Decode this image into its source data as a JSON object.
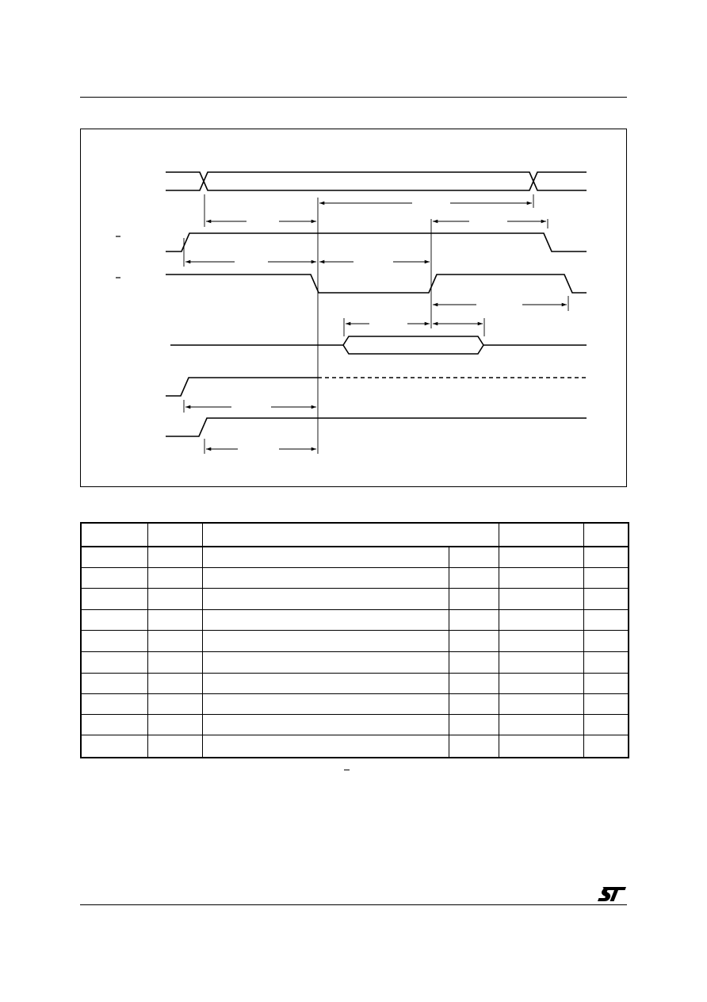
{
  "header": {},
  "diagram": {
    "signals": [
      {
        "id": "address",
        "label": "",
        "kind": "bus"
      },
      {
        "id": "chip-enable",
        "label": "",
        "kind": "active-low"
      },
      {
        "id": "write-enable",
        "label": "",
        "kind": "active-low"
      },
      {
        "id": "data-in",
        "label": "",
        "kind": "bus"
      },
      {
        "id": "signal-5",
        "label": "",
        "kind": "level"
      },
      {
        "id": "signal-6",
        "label": "",
        "kind": "level"
      }
    ],
    "timing_labels": []
  },
  "table": {
    "columns": 6,
    "header": [
      "",
      "",
      "",
      "",
      ""
    ],
    "rows": [
      [
        "",
        "",
        "",
        "",
        "",
        ""
      ],
      [
        "",
        "",
        "",
        "",
        "",
        ""
      ],
      [
        "",
        "",
        "",
        "",
        "",
        ""
      ],
      [
        "",
        "",
        "",
        "",
        "",
        ""
      ],
      [
        "",
        "",
        "",
        "",
        "",
        ""
      ],
      [
        "",
        "",
        "",
        "",
        "",
        ""
      ],
      [
        "",
        "",
        "",
        "",
        "",
        ""
      ],
      [
        "",
        "",
        "",
        "",
        "",
        ""
      ],
      [
        "",
        "",
        "",
        "",
        "",
        ""
      ],
      [
        "",
        "",
        "",
        "",
        "",
        ""
      ]
    ]
  },
  "footer": {
    "logo": "st-logo-icon"
  }
}
